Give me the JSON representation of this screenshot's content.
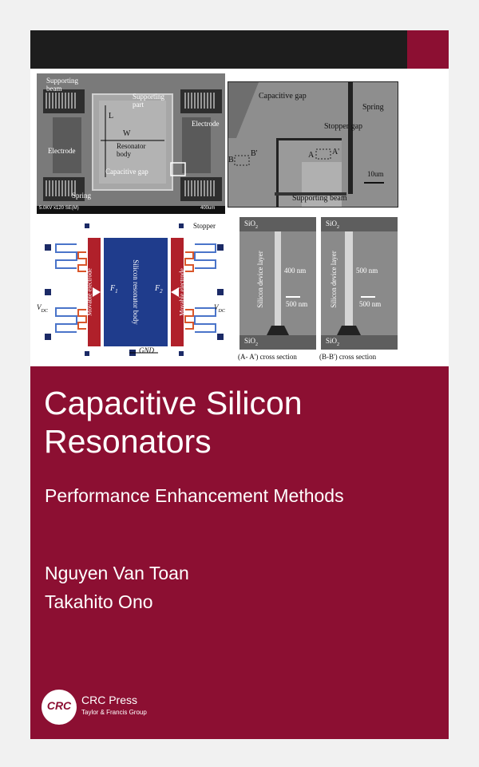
{
  "title": "Capacitive Silicon Resonators",
  "subtitle": "Performance Enhancement Methods",
  "authors": [
    "Nguyen Van Toan",
    "Takahito Ono"
  ],
  "publisher": {
    "logo_text": "CRC",
    "name": "CRC Press",
    "group": "Taylor & Francis Group"
  },
  "figure": {
    "sem_overview": {
      "labels": {
        "supporting_beam": "Supporting beam",
        "supporting_part": "Supporting part",
        "L": "L",
        "W": "W",
        "resonator_body": "Resonator body",
        "electrode_left": "Electrode",
        "electrode_right": "Electrode",
        "capacitive_gap": "Capacitive gap",
        "spring": "Spring"
      },
      "footer_left": "5.0KV x120 SE(M)",
      "footer_right": "400um"
    },
    "sem_zoom": {
      "labels": {
        "capacitive_gap": "Capacitive gap",
        "spring": "Spring",
        "stopper_gap": "Stopper gap",
        "A": "A",
        "A_prime": "A'",
        "B": "B",
        "B_prime": "B'",
        "scale": "10um",
        "supporting_beam": "Supporting beam"
      }
    },
    "schematic": {
      "labels": {
        "stopper": "Stopper",
        "movable_electrode": "Movable electrode",
        "body": "Silicon resonator body",
        "F1": "F",
        "F1_sub": "1",
        "F2": "F",
        "F2_sub": "2",
        "V": "V",
        "V_sub": "DC",
        "gnd": "GND"
      }
    },
    "cross_sections": [
      {
        "top": "SiO",
        "top_sub": "2",
        "layer": "Silicon device layer",
        "gap": "400 nm",
        "scale": "500 nm",
        "bottom": "SiO",
        "bottom_sub": "2",
        "caption": "(A- A') cross section"
      },
      {
        "top": "SiO",
        "top_sub": "2",
        "layer": "Silicon device layer",
        "gap": "500 nm",
        "scale": "500 nm",
        "bottom": "SiO",
        "bottom_sub": "2",
        "caption": "(B-B') cross section"
      }
    ]
  },
  "colors": {
    "background": "#f1f1f1",
    "cover": "#8c0f32",
    "topbar": "#1d1d1d",
    "schematic_body": "#1f3c8c",
    "schematic_electrode": "#b0202a",
    "schematic_pad": "#1b2a66"
  }
}
